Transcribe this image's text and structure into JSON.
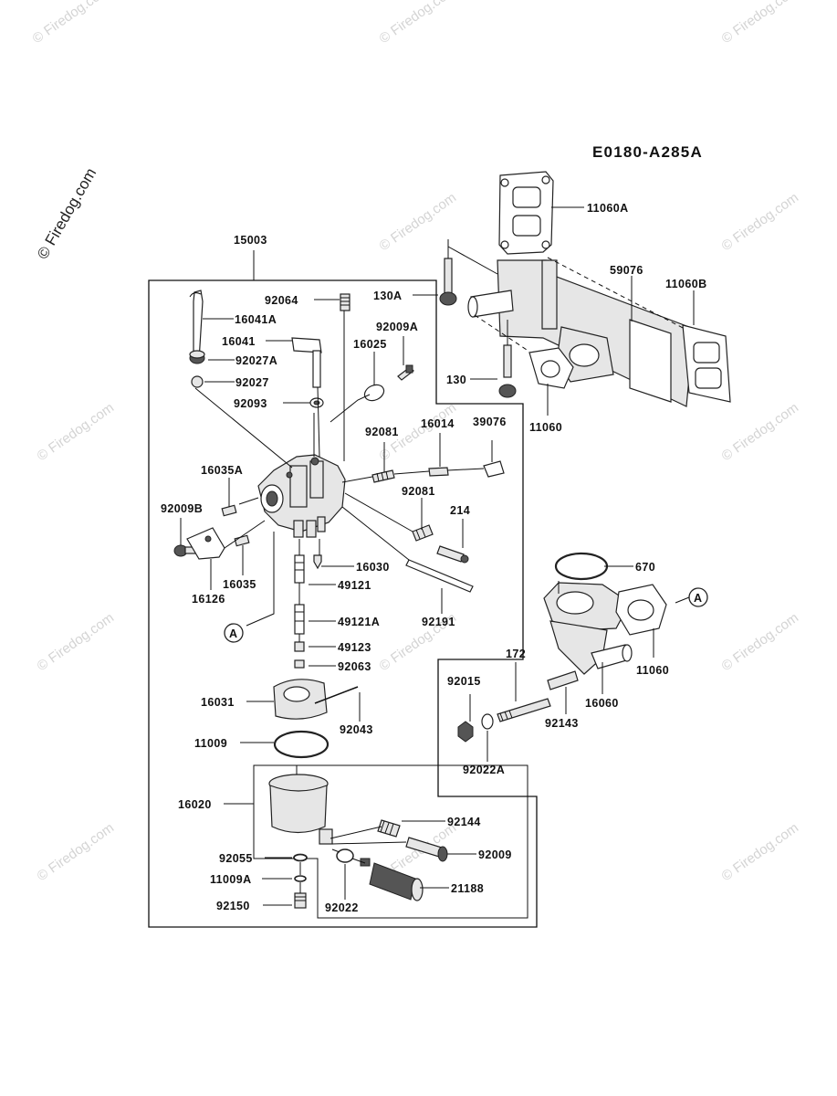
{
  "diagram_code": "E0180-A285A",
  "watermark": "© Firedog.com",
  "watermark_alt": "© Firedog.com",
  "callouts": {
    "15003": "15003",
    "92064": "92064",
    "16041A": "16041A",
    "16041": "16041",
    "92027A": "92027A",
    "92027": "92027",
    "92093": "92093",
    "92009A": "92009A",
    "16025": "16025",
    "92081a": "92081",
    "16014": "16014",
    "39076": "39076",
    "92081b": "92081",
    "214": "214",
    "16035A": "16035A",
    "92009B": "92009B",
    "16035": "16035",
    "16126": "16126",
    "16030": "16030",
    "49121": "49121",
    "49121A": "49121A",
    "92191": "92191",
    "49123": "49123",
    "92063": "92063",
    "16031": "16031",
    "92043": "92043",
    "11009": "11009",
    "16020": "16020",
    "92144": "92144",
    "92009": "92009",
    "92055": "92055",
    "11009A": "11009A",
    "92150": "92150",
    "92022": "92022",
    "21188": "21188",
    "11060A": "11060A",
    "59076": "59076",
    "11060B": "11060B",
    "130A": "130A",
    "130": "130",
    "11060a": "11060",
    "670": "670",
    "172": "172",
    "92015": "92015",
    "92143": "92143",
    "16060": "16060",
    "11060b": "11060",
    "92022A": "92022A"
  },
  "ref_markers": {
    "a1": "A",
    "a2": "A"
  }
}
